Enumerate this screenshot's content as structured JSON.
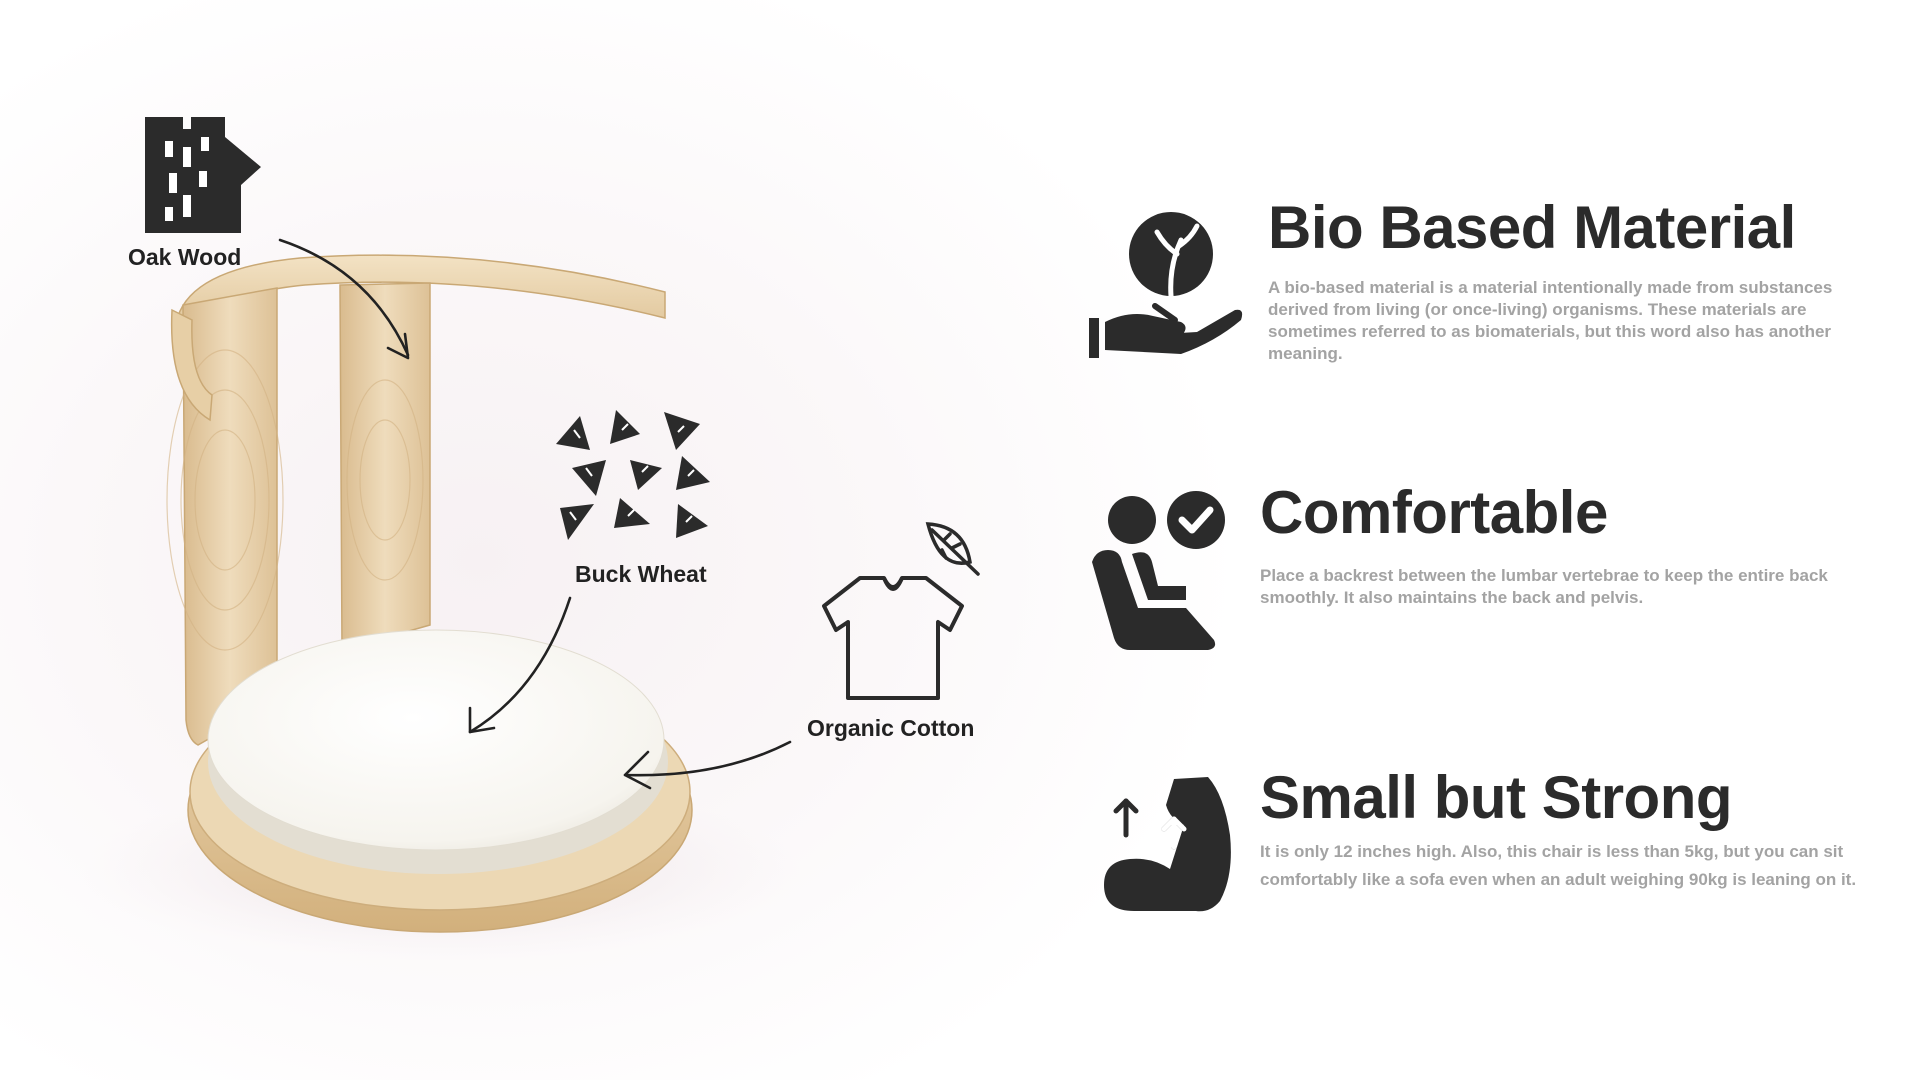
{
  "materials": {
    "oak_wood": {
      "label": "Oak Wood",
      "icon": "oak-wood-icon"
    },
    "buck_wheat": {
      "label": "Buck Wheat",
      "icon": "buckwheat-seeds-icon"
    },
    "organic_cotton": {
      "label": "Organic Cotton",
      "icon": "tshirt-leaf-icon"
    }
  },
  "features": [
    {
      "title": "Bio Based Material",
      "text": "A bio-based material is a material intentionally made from substances derived from living (or once-living) organisms. These materials are sometimes referred to as biomaterials, but this word also has another meaning.",
      "icon": "hand-plant-icon"
    },
    {
      "title": "Comfortable",
      "text": "Place a backrest between the lumbar vertebrae to keep the entire back smoothly. It also maintains the back and pelvis.",
      "icon": "seated-person-check-icon"
    },
    {
      "title": "Small but Strong",
      "text": "It is only 12 inches high. Also, this chair is less than 5kg, but you can sit comfortably like a sofa even when an adult weighing 90kg is leaning on it.",
      "icon": "flexed-arm-icon"
    }
  ],
  "colors": {
    "icon": "#2b2b2b",
    "title": "#2b2b2b",
    "body_text": "#a3a3a3",
    "wood": "#e8cfa6",
    "cushion": "#f7f5f0"
  }
}
